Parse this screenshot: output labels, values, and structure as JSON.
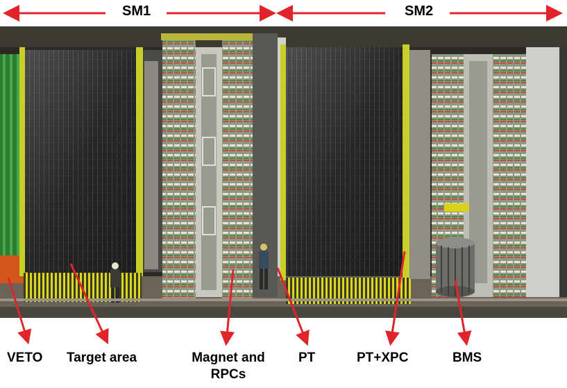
{
  "sections": [
    {
      "name": "SM1"
    },
    {
      "name": "SM2"
    }
  ],
  "labels": {
    "veto": "VETO",
    "target": "Target area",
    "magnet_line1": "Magnet and",
    "magnet_line2": "RPCs",
    "pt": "PT",
    "ptxpc": "PT+XPC",
    "bms": "BMS"
  },
  "colors": {
    "arrow": "#e0242a",
    "frame_yellow": "#d9d21e",
    "wall_dark": "#1c1c1c",
    "structure_grey": "#b7b8b2"
  }
}
